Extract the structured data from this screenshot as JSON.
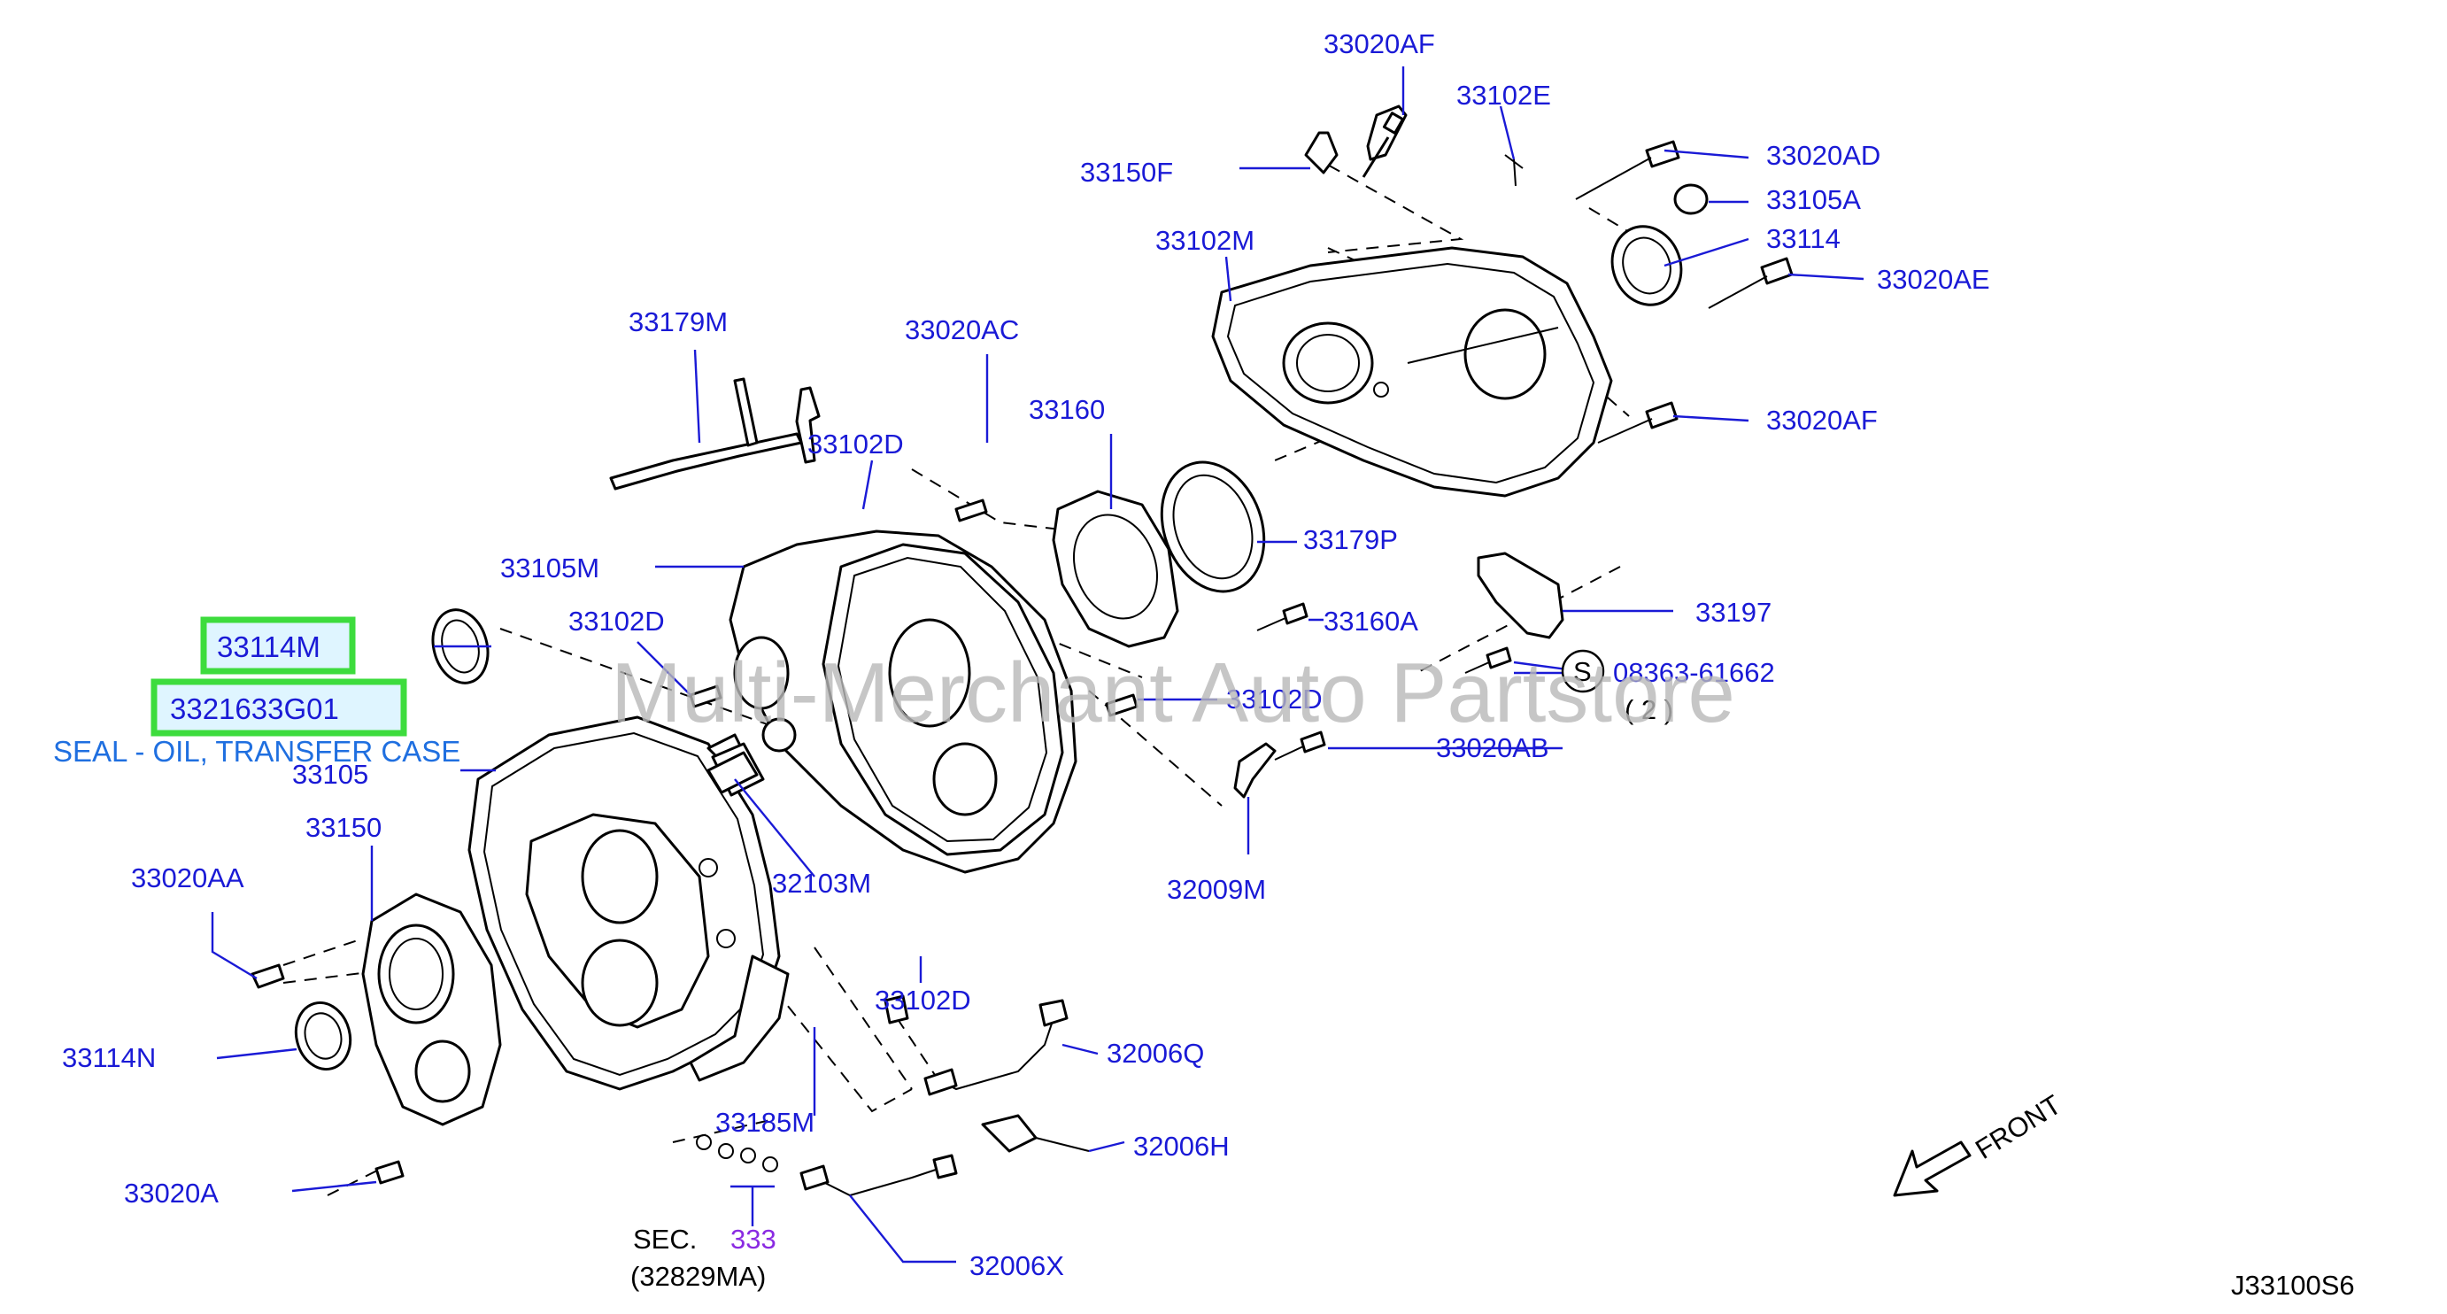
{
  "watermark": "Multi-Merchant Auto Partstore",
  "diagram_code": "J33100S6",
  "front_label": "FRONT",
  "selected_part": {
    "ref": "33114M",
    "part_number": "3321633G01",
    "description": "SEAL - OIL, TRANSFER CASE"
  },
  "section_ref": {
    "prefix": "SEC.",
    "number": "333",
    "sub": "(32829MA)"
  },
  "special_bolt": {
    "symbol": "S",
    "number": "08363-61662",
    "qty": "( 2 )"
  },
  "labels": {
    "p33020AF_top": "33020AF",
    "p33102E": "33102E",
    "p33150F": "33150F",
    "p33020AD": "33020AD",
    "p33105A": "33105A",
    "p33114": "33114",
    "p33102M": "33102M",
    "p33020AE": "33020AE",
    "p33179M": "33179M",
    "p33020AC": "33020AC",
    "p33160": "33160",
    "p33020AF_mid": "33020AF",
    "p33102D_1": "33102D",
    "p33179P": "33179P",
    "p33105M": "33105M",
    "p33197": "33197",
    "p33102D_2": "33102D",
    "p33160A": "33160A",
    "p33102D_3": "33102D",
    "p33020AB": "33020AB",
    "p33105": "33105",
    "p33150": "33150",
    "p32103M": "32103M",
    "p32009M": "32009M",
    "p33020AA": "33020AA",
    "p33102D_4": "33102D",
    "p32006Q": "32006Q",
    "p33114N": "33114N",
    "p33185M": "33185M",
    "p32006H": "32006H",
    "p33020A": "33020A",
    "p32006X": "32006X"
  }
}
